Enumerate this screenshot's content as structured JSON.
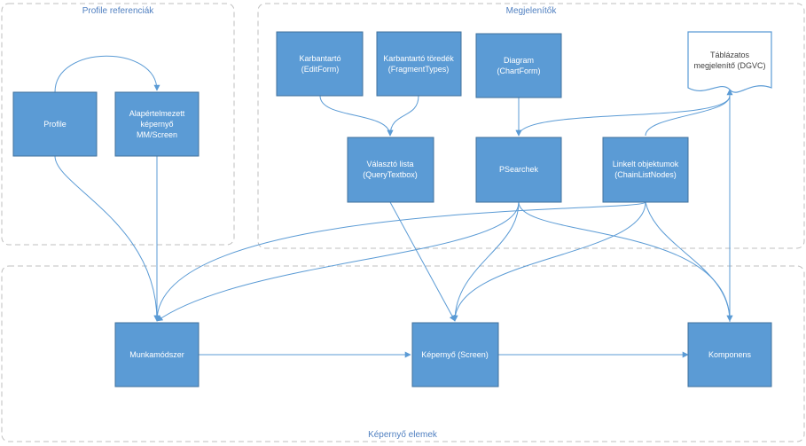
{
  "groups": {
    "profile": {
      "title": "Profile referenciák"
    },
    "displays": {
      "title": "Megjelenítők"
    },
    "screen_elements": {
      "title": "Képernyő elemek"
    }
  },
  "nodes": {
    "profile": {
      "lines": [
        "Profile"
      ]
    },
    "default_screen": {
      "lines": [
        "Alapértelmezett",
        "képernyő",
        "MM/Screen"
      ]
    },
    "editform": {
      "lines": [
        "Karbantartó",
        "(EditForm)"
      ]
    },
    "fragmenttypes": {
      "lines": [
        "Karbantartó töredék",
        "(FragmentTypes)"
      ]
    },
    "chartform": {
      "lines": [
        "Diagram",
        "(ChartForm)"
      ]
    },
    "dgvc": {
      "lines": [
        "Táblázatos",
        "megjelenítő (DGVC)"
      ]
    },
    "querytextbox": {
      "lines": [
        "Választó lista",
        "(QueryTextbox)"
      ]
    },
    "psearchek": {
      "lines": [
        "PSearchek"
      ]
    },
    "chainlistnodes": {
      "lines": [
        "Linkelt objektumok",
        "(ChainListNodes)"
      ]
    },
    "munkamodszer": {
      "lines": [
        "Munkamódszer"
      ]
    },
    "screen": {
      "lines": [
        "Képernyő (Screen)"
      ]
    },
    "komponens": {
      "lines": [
        "Komponens"
      ]
    }
  },
  "colors": {
    "node_fill": "#5b9bd5",
    "node_stroke": "#41719c",
    "edge": "#5b9bd5",
    "group_border": "#bfbfbf",
    "group_title": "#4f7fc0"
  }
}
